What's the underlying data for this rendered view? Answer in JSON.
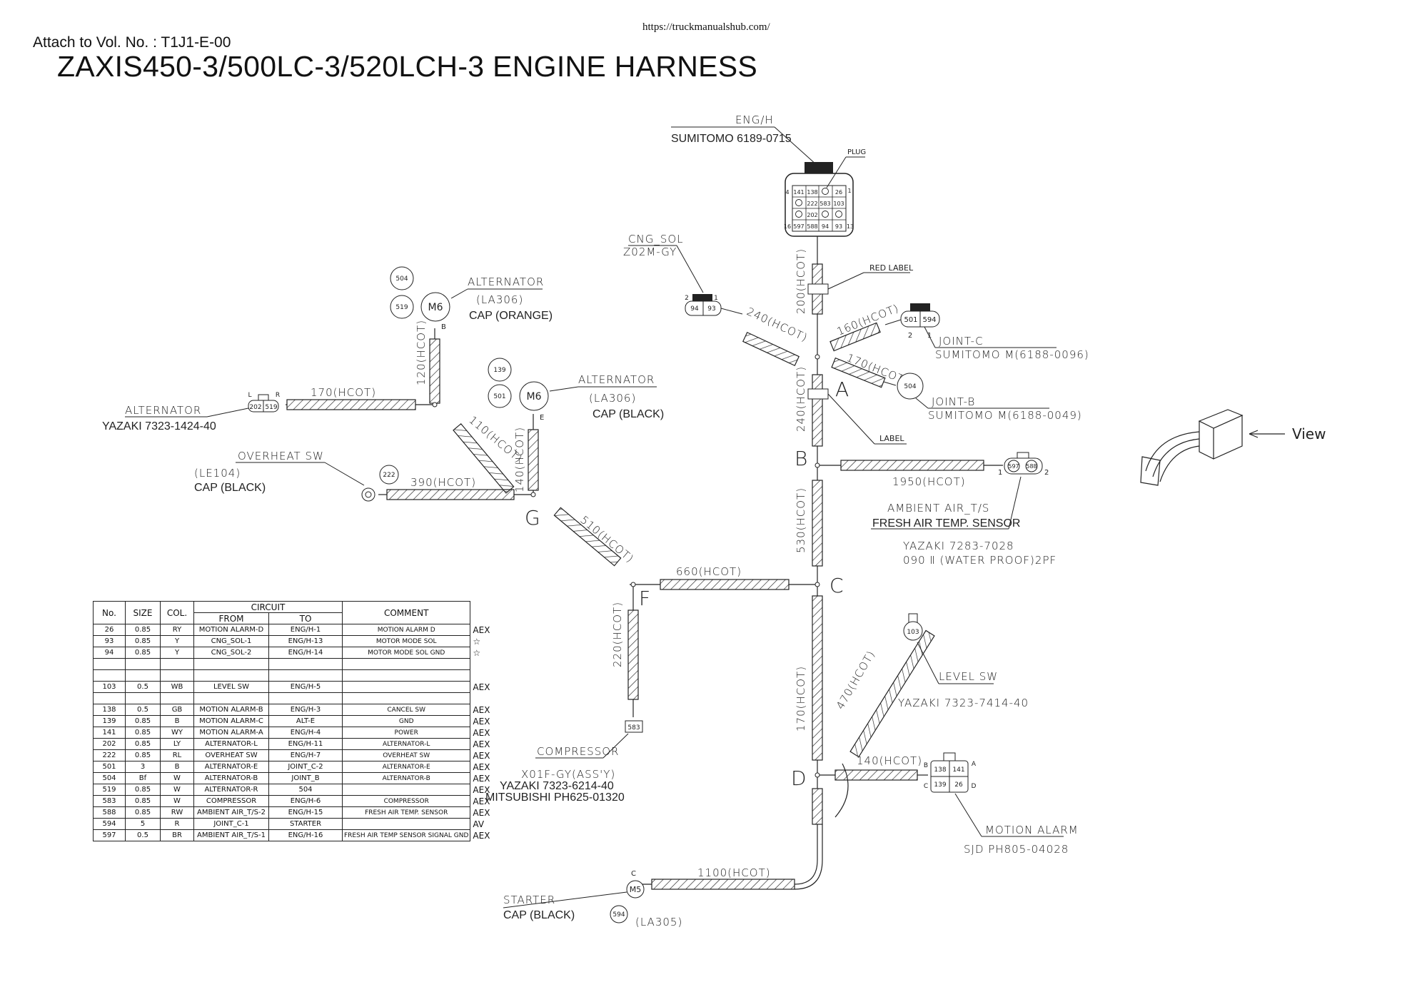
{
  "header": {
    "url": "https://truckmanualshub.com/",
    "attach": "Attach to Vol. No. : T1J1-E-00",
    "title": "ZAXIS450-3/500LC-3/520LCH-3 ENGINE HARNESS"
  },
  "connectors": {
    "eng_h": {
      "name": "ENG/H",
      "part": "SUMITOMO 6189-0715",
      "plug": "PLUG",
      "pin_left_top": "4",
      "pin_right_top": "1",
      "pin_left_bottom": "16",
      "pin_right_bottom": "13",
      "grid": [
        [
          "141",
          "138",
          "",
          "26"
        ],
        [
          "",
          "222",
          "583",
          "103"
        ],
        [
          "",
          "202",
          "",
          ""
        ],
        [
          "597",
          "588",
          "94",
          "93"
        ]
      ]
    },
    "cng_sol": {
      "name": "CNG_SOL",
      "part": "Z02M-GY",
      "pins": [
        "94",
        "93"
      ],
      "pin_a": "2",
      "pin_b": "1"
    },
    "alt_orange": {
      "name": "ALTERNATOR",
      "code": "(LA306)",
      "cap": "CAP (ORANGE)",
      "terminal": "M6",
      "circles": [
        "504",
        "519"
      ],
      "term_letter": "B"
    },
    "alt_black": {
      "name": "ALTERNATOR",
      "code": "(LA306)",
      "cap": "CAP (BLACK)",
      "terminal": "M6",
      "circles": [
        "139",
        "501"
      ],
      "term_letter": "E"
    },
    "alt_yazaki": {
      "name": "ALTERNATOR",
      "part": "YAZAKI 7323-1424-40",
      "pins": [
        "202",
        "519"
      ],
      "pin_l": "L",
      "pin_r": "R"
    },
    "overheat": {
      "name": "OVERHEAT SW",
      "code": "(LE104)",
      "cap": "CAP (BLACK)",
      "circle": "222"
    },
    "joint_c": {
      "name": "JOINT-C",
      "part": "SUMITOMO M(6188-0096)",
      "pins": [
        "501",
        "594"
      ],
      "pin_a": "2",
      "pin_b": "1"
    },
    "joint_b": {
      "name": "JOINT-B",
      "part": "SUMITOMO M(6188-0049)",
      "circle": "504"
    },
    "ambient": {
      "name": "AMBIENT AIR_T/S",
      "desc": "FRESH AIR TEMP. SENSOR",
      "part1": "YAZAKI 7283-7028",
      "part2": "090 Ⅱ (WATER PROOF)2PF",
      "pins": [
        "597",
        "588"
      ],
      "pin_a": "1",
      "pin_b": "2"
    },
    "compressor": {
      "name": "COMPRESSOR",
      "part1": "X01F-GY(ASS'Y)",
      "part2": "YAZAKI 7323-6214-40",
      "part3": "MITSUBISHI PH625-01320",
      "pin": "583"
    },
    "level_sw": {
      "name": "LEVEL SW",
      "part": "YAZAKI 7323-7414-40",
      "circle": "103"
    },
    "motion_alarm": {
      "name": "MOTION ALARM",
      "part": "SJD PH805-04028",
      "grid": [
        "138",
        "141",
        "139",
        "26"
      ],
      "letters": [
        "B",
        "A",
        "C",
        "D"
      ]
    },
    "starter": {
      "name": "STARTER",
      "cap": "CAP (BLACK)",
      "code": "(LA305)",
      "terminal": "M5",
      "circle": "594",
      "term_letter": "C"
    }
  },
  "labels": {
    "red_label": "RED LABEL",
    "label": "LABEL",
    "view": "View"
  },
  "nodes": [
    "A",
    "B",
    "C",
    "D",
    "F",
    "G"
  ],
  "segments": {
    "s200": "200(HCOT)",
    "s240a": "240(HCOT)",
    "s160": "160(HCOT)",
    "s170a": "170(HCOT)",
    "s240b": "240(HCOT)",
    "s1950": "1950(HCOT)",
    "s530": "530(HCOT)",
    "s660": "660(HCOT)",
    "s170b": "170(HCOT)",
    "s470": "470(HCOT)",
    "s140a": "140(HCOT)",
    "s1100": "1100(HCOT)",
    "s220": "220(HCOT)",
    "s510": "510(HCOT)",
    "s110": "110(HCOT)",
    "s140b": "140(HCOT)",
    "s390": "390(HCOT)",
    "s170c": "170(HCOT)",
    "s120": "120(HCOT)"
  },
  "table": {
    "headers": {
      "no": "No.",
      "size": "SIZE",
      "col": "COL.",
      "circuit": "CIRCUIT",
      "from": "FROM",
      "to": "TO",
      "comment": "COMMENT"
    },
    "rows": [
      {
        "no": "26",
        "size": "0.85",
        "col": "RY",
        "from": "MOTION ALARM-D",
        "to": "ENG/H-1",
        "comment": "MOTION ALARM D",
        "ext": "AEX"
      },
      {
        "no": "93",
        "size": "0.85",
        "col": "Y",
        "from": "CNG_SOL-1",
        "to": "ENG/H-13",
        "comment": "MOTOR MODE SOL",
        "ext": "☆"
      },
      {
        "no": "94",
        "size": "0.85",
        "col": "Y",
        "from": "CNG_SOL-2",
        "to": "ENG/H-14",
        "comment": "MOTOR MODE SOL GND",
        "ext": "☆"
      },
      {
        "no": "",
        "size": "",
        "col": "",
        "from": "",
        "to": "",
        "comment": "",
        "ext": ""
      },
      {
        "no": "",
        "size": "",
        "col": "",
        "from": "",
        "to": "",
        "comment": "",
        "ext": ""
      },
      {
        "no": "103",
        "size": "0.5",
        "col": "WB",
        "from": "LEVEL SW",
        "to": "ENG/H-5",
        "comment": "",
        "ext": "AEX"
      },
      {
        "no": "",
        "size": "",
        "col": "",
        "from": "",
        "to": "",
        "comment": "",
        "ext": ""
      },
      {
        "no": "138",
        "size": "0.5",
        "col": "GB",
        "from": "MOTION ALARM-B",
        "to": "ENG/H-3",
        "comment": "CANCEL SW",
        "ext": "AEX"
      },
      {
        "no": "139",
        "size": "0.85",
        "col": "B",
        "from": "MOTION ALARM-C",
        "to": "ALT-E",
        "comment": "GND",
        "ext": "AEX"
      },
      {
        "no": "141",
        "size": "0.85",
        "col": "WY",
        "from": "MOTION ALARM-A",
        "to": "ENG/H-4",
        "comment": "POWER",
        "ext": "AEX"
      },
      {
        "no": "202",
        "size": "0.85",
        "col": "LY",
        "from": "ALTERNATOR-L",
        "to": "ENG/H-11",
        "comment": "ALTERNATOR-L",
        "ext": "AEX"
      },
      {
        "no": "222",
        "size": "0.85",
        "col": "RL",
        "from": "OVERHEAT SW",
        "to": "ENG/H-7",
        "comment": "OVERHEAT SW",
        "ext": "AEX"
      },
      {
        "no": "501",
        "size": "3",
        "col": "B",
        "from": "ALTERNATOR-E",
        "to": "JOINT_C-2",
        "comment": "ALTERNATOR-E",
        "ext": "AEX"
      },
      {
        "no": "504",
        "size": "Bf",
        "col": "W",
        "from": "ALTERNATOR-B",
        "to": "JOINT_B",
        "comment": "ALTERNATOR-B",
        "ext": "AEX"
      },
      {
        "no": "519",
        "size": "0.85",
        "col": "W",
        "from": "ALTERNATOR-R",
        "to": "504",
        "comment": "",
        "ext": "AEX"
      },
      {
        "no": "583",
        "size": "0.85",
        "col": "W",
        "from": "COMPRESSOR",
        "to": "ENG/H-6",
        "comment": "COMPRESSOR",
        "ext": "AEX"
      },
      {
        "no": "588",
        "size": "0.85",
        "col": "RW",
        "from": "AMBIENT AIR_T/S-2",
        "to": "ENG/H-15",
        "comment": "FRESH AIR TEMP. SENSOR",
        "ext": "AEX"
      },
      {
        "no": "594",
        "size": "5",
        "col": "R",
        "from": "JOINT_C-1",
        "to": "STARTER",
        "comment": "",
        "ext": "AV"
      },
      {
        "no": "597",
        "size": "0.5",
        "col": "BR",
        "from": "AMBIENT AIR_T/S-1",
        "to": "ENG/H-16",
        "comment": "FRESH AIR TEMP SENSOR SIGNAL GND",
        "ext": "AEX"
      }
    ]
  }
}
